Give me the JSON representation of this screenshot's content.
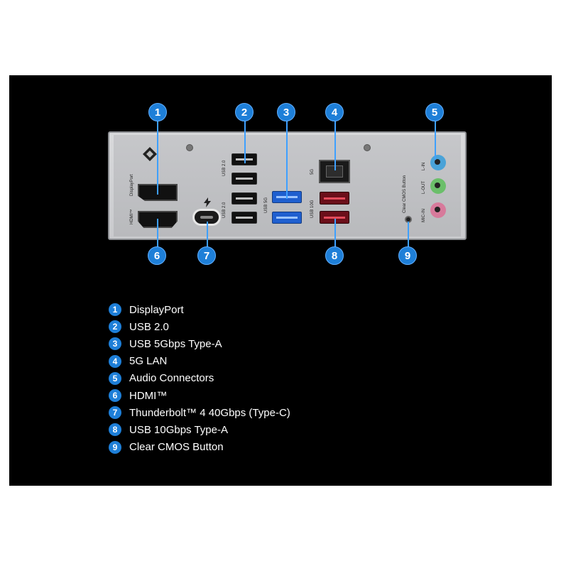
{
  "port_labels": {
    "displayport": "DisplayPort",
    "usb20_top": "USB 2.0",
    "usb20_bottom": "USB 2.0",
    "usb5g": "USB 5G",
    "lan5g": "5G",
    "usb10g": "USB 10G",
    "clear_cmos": "Clear CMOS Button",
    "line_in": "L-IN",
    "line_out": "L-OUT",
    "mic_in": "MIC-IN",
    "hdmi_logo": "HDMI™"
  },
  "callouts": [
    "1",
    "2",
    "3",
    "4",
    "5",
    "6",
    "7",
    "8",
    "9"
  ],
  "legend": [
    {
      "num": "1",
      "label": "DisplayPort"
    },
    {
      "num": "2",
      "label": "USB 2.0"
    },
    {
      "num": "3",
      "label": "USB 5Gbps Type-A"
    },
    {
      "num": "4",
      "label": "5G LAN"
    },
    {
      "num": "5",
      "label": "Audio Connectors"
    },
    {
      "num": "6",
      "label": "HDMI™"
    },
    {
      "num": "7",
      "label": "Thunderbolt™ 4 40Gbps (Type-C)"
    },
    {
      "num": "8",
      "label": "USB 10Gbps Type-A"
    },
    {
      "num": "9",
      "label": "Clear CMOS Button"
    }
  ],
  "colors": {
    "callout": "#1e7fd8",
    "background": "#000000",
    "usb_5g": "#1f5fcf",
    "usb_10g": "#6b0f1a",
    "jack_line_in": "#4aa3d8",
    "jack_line_out": "#6bbf6a",
    "jack_mic_in": "#d77a9b"
  },
  "icons": [
    "brand-logo-icon",
    "thunderbolt-icon"
  ]
}
